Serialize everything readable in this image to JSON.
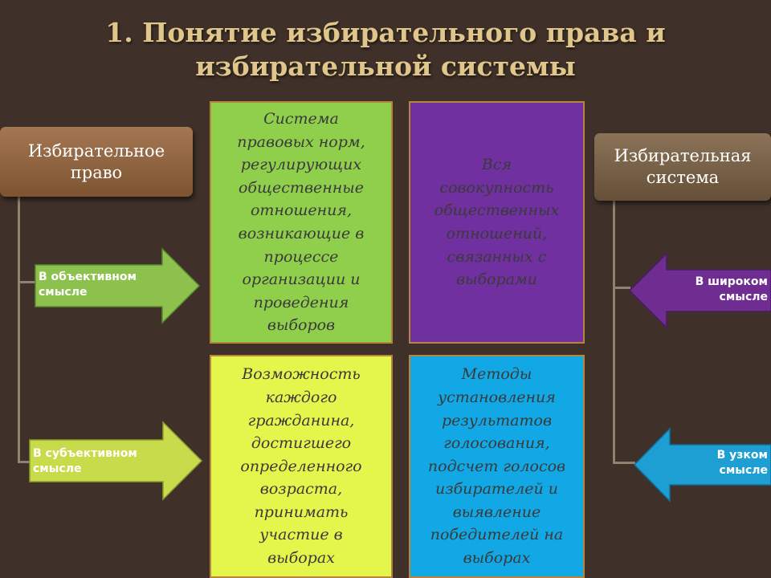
{
  "title": {
    "line1": "1. Понятие избирательного права и",
    "line2": "избирательной системы"
  },
  "left_header": {
    "line1": "Избирательное",
    "line2": "право"
  },
  "right_header": {
    "line1": "Избирательная",
    "line2": "система"
  },
  "arrows": {
    "objective": {
      "line1": "В объективном",
      "line2": "смысле",
      "color": "#8dc14e"
    },
    "subjective": {
      "line1": "В субъективном",
      "line2": "смысле",
      "color": "#c8db4a"
    },
    "broad": {
      "line1": "В широком",
      "line2": "смысле",
      "color": "#6f2d92"
    },
    "narrow": {
      "line1": "В узком",
      "line2": "смысле",
      "color": "#1d9fd3"
    }
  },
  "boxes": {
    "green": {
      "color": "#8fcf4c",
      "lines": [
        "Система",
        "правовых норм,",
        "регулирующих",
        "общественные",
        "отношения,",
        "возникающие в",
        "процессе",
        "организации и",
        "проведения",
        "выборов"
      ]
    },
    "purple": {
      "color": "#7030a0",
      "lines": [
        "Вся",
        "совокупность",
        "общественных",
        "отношений,",
        "связанных с",
        "выборами"
      ]
    },
    "yellow": {
      "color": "#e4f54c",
      "lines": [
        "Возможность",
        "каждого",
        "гражданина,",
        "достигшего",
        "определенного",
        "возраста,",
        "принимать",
        "участие в",
        "выборах"
      ]
    },
    "blue": {
      "color": "#12a8e6",
      "lines": [
        "Методы",
        "установления",
        "результатов",
        "голосования,",
        "подсчет  голосов",
        "избирателей и",
        "выявление",
        "победителей на",
        "выборах"
      ]
    }
  }
}
